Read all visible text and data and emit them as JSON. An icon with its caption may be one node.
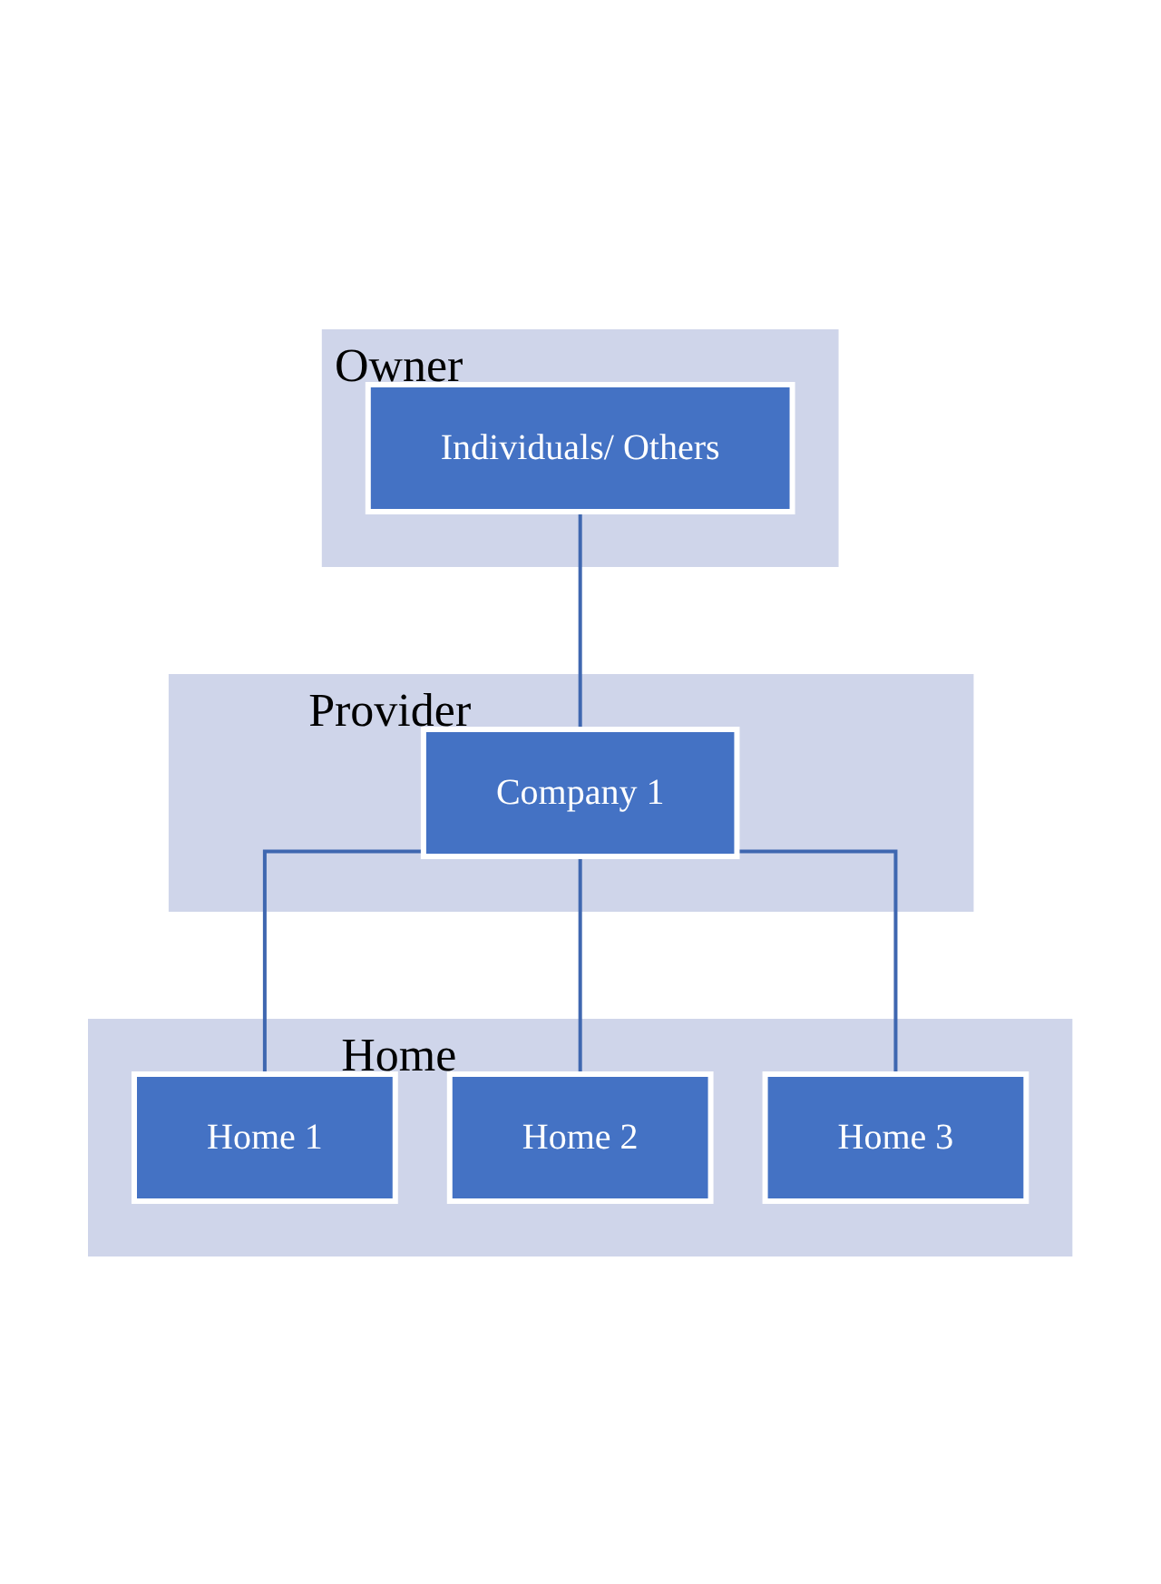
{
  "diagram": {
    "nodes": [
      {
        "text": [
          "Owner"
        ]
      },
      {
        "text": [
          "Individuals/ Others"
        ],
        "in": 0
      },
      {
        "text": [
          "Provider"
        ]
      },
      {
        "text": [
          "Company 1"
        ],
        "in": 2
      },
      {
        "text": [
          "Home"
        ]
      },
      {
        "text": [
          "Home 1"
        ],
        "in": 4
      },
      {
        "text": [
          "Home 2"
        ],
        "in": 4
      },
      {
        "text": [
          "Home 3"
        ],
        "in": 4
      }
    ],
    "edges": [
      {
        "from": 1,
        "to": 3,
        "arrow": "none"
      },
      {
        "from": 3,
        "to": 5,
        "arrow": "none"
      },
      {
        "from": 3,
        "to": 6,
        "arrow": "none"
      },
      {
        "from": 3,
        "to": 7,
        "arrow": "none"
      }
    ]
  }
}
